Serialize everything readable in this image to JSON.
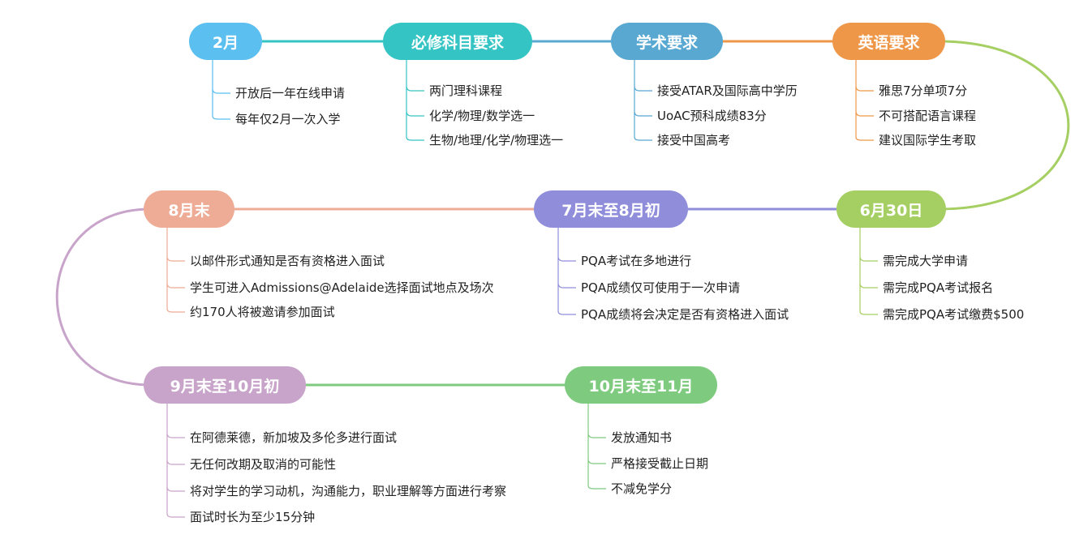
{
  "timeline": [
    {
      "title": "2月",
      "color": "#5bbff0",
      "items": [
        "开放后一年在线申请",
        "每年仅2月一次入学"
      ]
    },
    {
      "title": "必修科目要求",
      "color": "#35c4c4",
      "items": [
        "两门理科课程",
        "化学/物理/数学选一",
        "生物/地理/化学/物理选一"
      ]
    },
    {
      "title": "学术要求",
      "color": "#58a8d2",
      "items": [
        "接受ATAR及国际高中学历",
        "UoAC预科成绩83分",
        "接受中国高考"
      ]
    },
    {
      "title": "英语要求",
      "color": "#ef9749",
      "items": [
        "雅思7分单项7分",
        "不可搭配语言课程",
        "建议国际学生考取"
      ]
    },
    {
      "title": "6月30日",
      "color": "#a5cf62",
      "items": [
        "需完成大学申请",
        "需完成PQA考试报名",
        "需完成PQA考试缴费$500"
      ]
    },
    {
      "title": "7月末至8月初",
      "color": "#908edb",
      "items": [
        "PQA考试在多地进行",
        "PQA成绩仅可使用于一次申请",
        "PQA成绩将会决定是否有资格进入面试"
      ]
    },
    {
      "title": "8月末",
      "color": "#eeab95",
      "items": [
        "以邮件形式通知是否有资格进入面试",
        "学生可进入Admissions@Adelaide选择面试地点及场次",
        "约170人将被邀请参加面试"
      ]
    },
    {
      "title": "9月末至10月初",
      "color": "#c8a4ca",
      "items": [
        "在阿德莱德，新加坡及多伦多进行面试",
        "无任何改期及取消的可能性",
        "将对学生的学习动机，沟通能力，职业理解等方面进行考察",
        "面试时长为至少15分钟"
      ]
    },
    {
      "title": "10月末至11月",
      "color": "#7ecb7f",
      "items": [
        "发放通知书",
        "严格接受截止日期",
        "不减免学分"
      ]
    }
  ]
}
